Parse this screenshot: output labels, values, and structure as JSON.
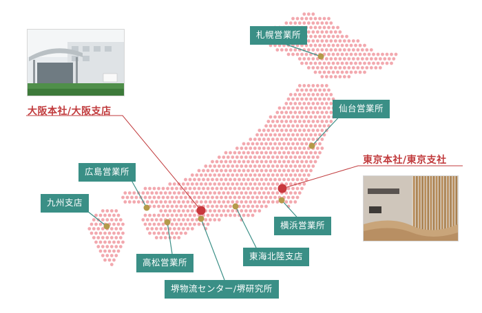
{
  "colors": {
    "dot": "#f2a8ae",
    "branch_tag": "#3a8f86",
    "branch_marker": "#b49a4a",
    "hq_marker": "#c8383d",
    "hq_text": "#c0393b"
  },
  "headquarters": [
    {
      "id": "osaka",
      "label": "大阪本社/大阪支店",
      "photo": "osaka-building-photo"
    },
    {
      "id": "tokyo",
      "label": "東京本社/東京支社",
      "photo": "tokyo-lobby-photo"
    }
  ],
  "branches": [
    {
      "id": "sapporo",
      "label": "札幌営業所"
    },
    {
      "id": "sendai",
      "label": "仙台営業所"
    },
    {
      "id": "hiroshima",
      "label": "広島営業所"
    },
    {
      "id": "kyushu",
      "label": "九州支店"
    },
    {
      "id": "yokohama",
      "label": "横浜営業所"
    },
    {
      "id": "takamatsu",
      "label": "高松営業所"
    },
    {
      "id": "tokai",
      "label": "東海北陸支店"
    },
    {
      "id": "sakai",
      "label": "堺物流センター/堺研究所"
    }
  ]
}
